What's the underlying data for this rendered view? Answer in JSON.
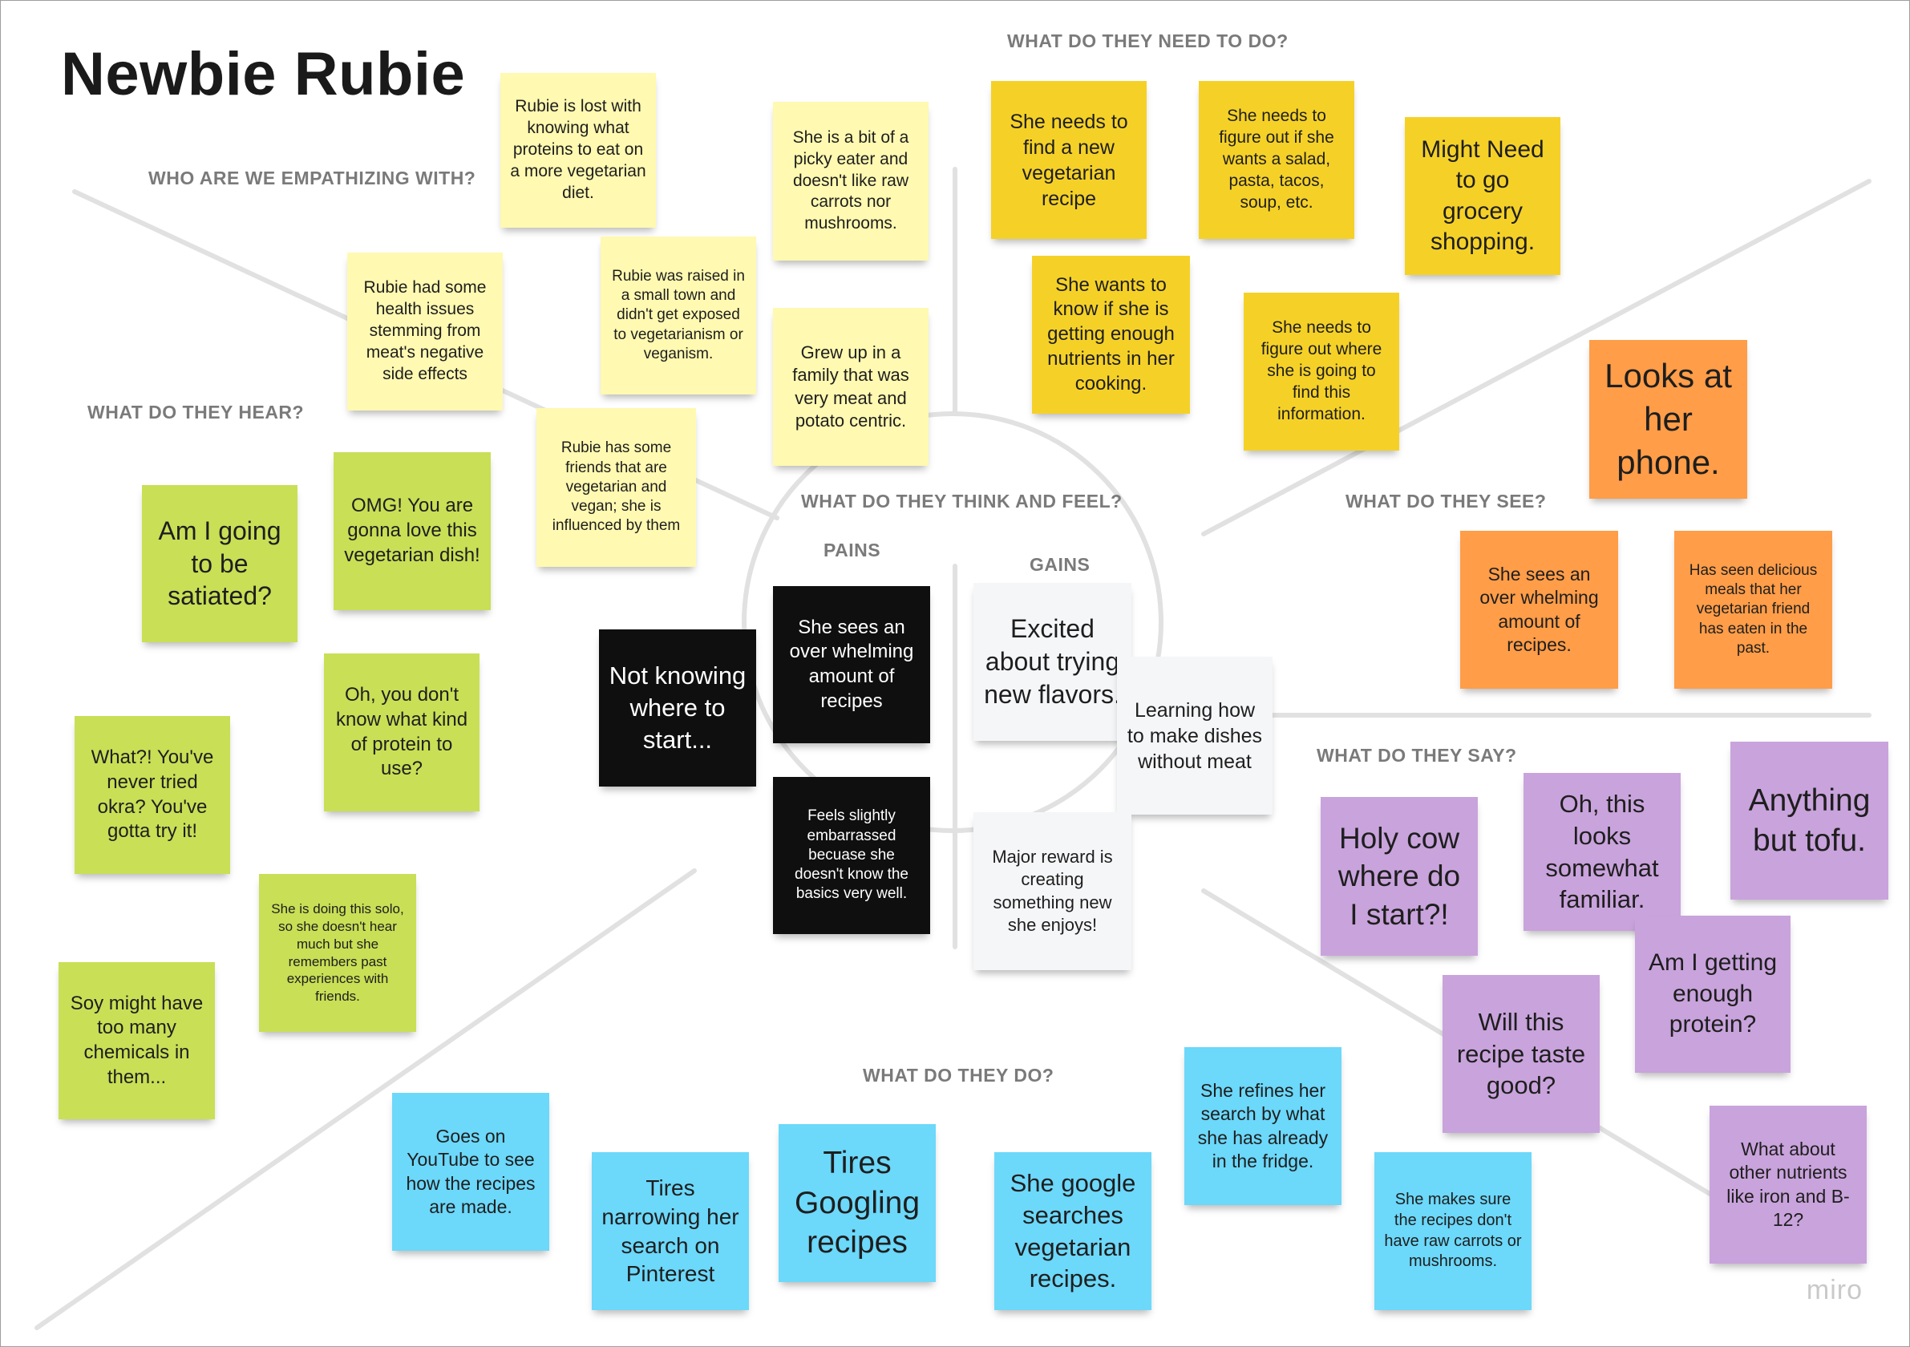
{
  "board": {
    "title": "Newbie Rubie",
    "logo": "miro"
  },
  "sections": {
    "who": "WHO ARE WE EMPATHIZING WITH?",
    "need": "WHAT DO THEY NEED TO DO?",
    "hear": "WHAT DO THEY HEAR?",
    "think_feel": "WHAT DO THEY THINK AND FEEL?",
    "pains": "PAINS",
    "gains": "GAINS",
    "see": "WHAT DO THEY SEE?",
    "say": "WHAT DO THEY SAY?",
    "do": "WHAT DO THEY DO?"
  },
  "colors": {
    "light_yellow": "#fff9b1",
    "yellow": "#f5d128",
    "orange": "#ff9d48",
    "lime": "#c9df56",
    "black": "#0f0f0f",
    "white": "#f5f6f8",
    "purple": "#c9a3dc",
    "blue": "#6cd8fa",
    "guide_lines": "#e1e1e1"
  },
  "notes": {
    "who": [
      "Rubie is lost with knowing what proteins to eat on a more vegetarian diet.",
      "She is a bit of a picky eater and doesn't like raw carrots nor mushrooms.",
      "Rubie had some health issues stemming from meat's negative side effects",
      "Rubie was raised in a small town and didn't get exposed to vegetarianism or veganism.",
      "Grew up in a family that was very meat and potato centric.",
      "Rubie has some friends that are vegetarian and vegan; she is influenced by them"
    ],
    "need": [
      "She needs to find a new vegetarian recipe",
      "She needs to figure out if she wants a salad, pasta, tacos, soup, etc.",
      "Might Need to go grocery shopping.",
      "She wants to know if she is getting enough nutrients in her cooking.",
      "She needs to figure out where she is going to find this information."
    ],
    "see": [
      "Looks at her phone.",
      "She sees an over whelming amount of recipes.",
      "Has seen delicious meals that her vegetarian friend has eaten in the past."
    ],
    "hear": [
      "Am I going to be satiated?",
      "OMG! You are gonna love this vegetarian dish!",
      "Oh, you don't know what kind of protein to use?",
      "What?! You've never tried okra? You've gotta try it!",
      "She is doing this solo, so she doesn't hear much but she remembers past experiences with friends.",
      "Soy might have too many chemicals in them..."
    ],
    "pains": [
      "Not knowing where to start...",
      "She sees an over whelming amount of recipes",
      "Feels slightly embarrassed becuase she doesn't know the basics very well."
    ],
    "gains": [
      "Excited about trying new flavors.",
      "Learning how to make dishes without meat",
      "Major reward is creating something new she enjoys!"
    ],
    "say": [
      "Holy cow where do I start?!",
      "Oh, this looks somewhat familiar.",
      "Anything but tofu.",
      "Am I getting enough protein?",
      "Will this recipe taste good?",
      "What about other nutrients like iron and B-12?"
    ],
    "do": [
      "Goes on YouTube to see how the recipes are made.",
      "Tires narrowing her search on Pinterest",
      "Tires Googling recipes",
      "She google searches vegetarian recipes.",
      "She refines her search by what she has already in the fridge.",
      "She makes sure the recipes don't have raw carrots or mushrooms."
    ]
  }
}
